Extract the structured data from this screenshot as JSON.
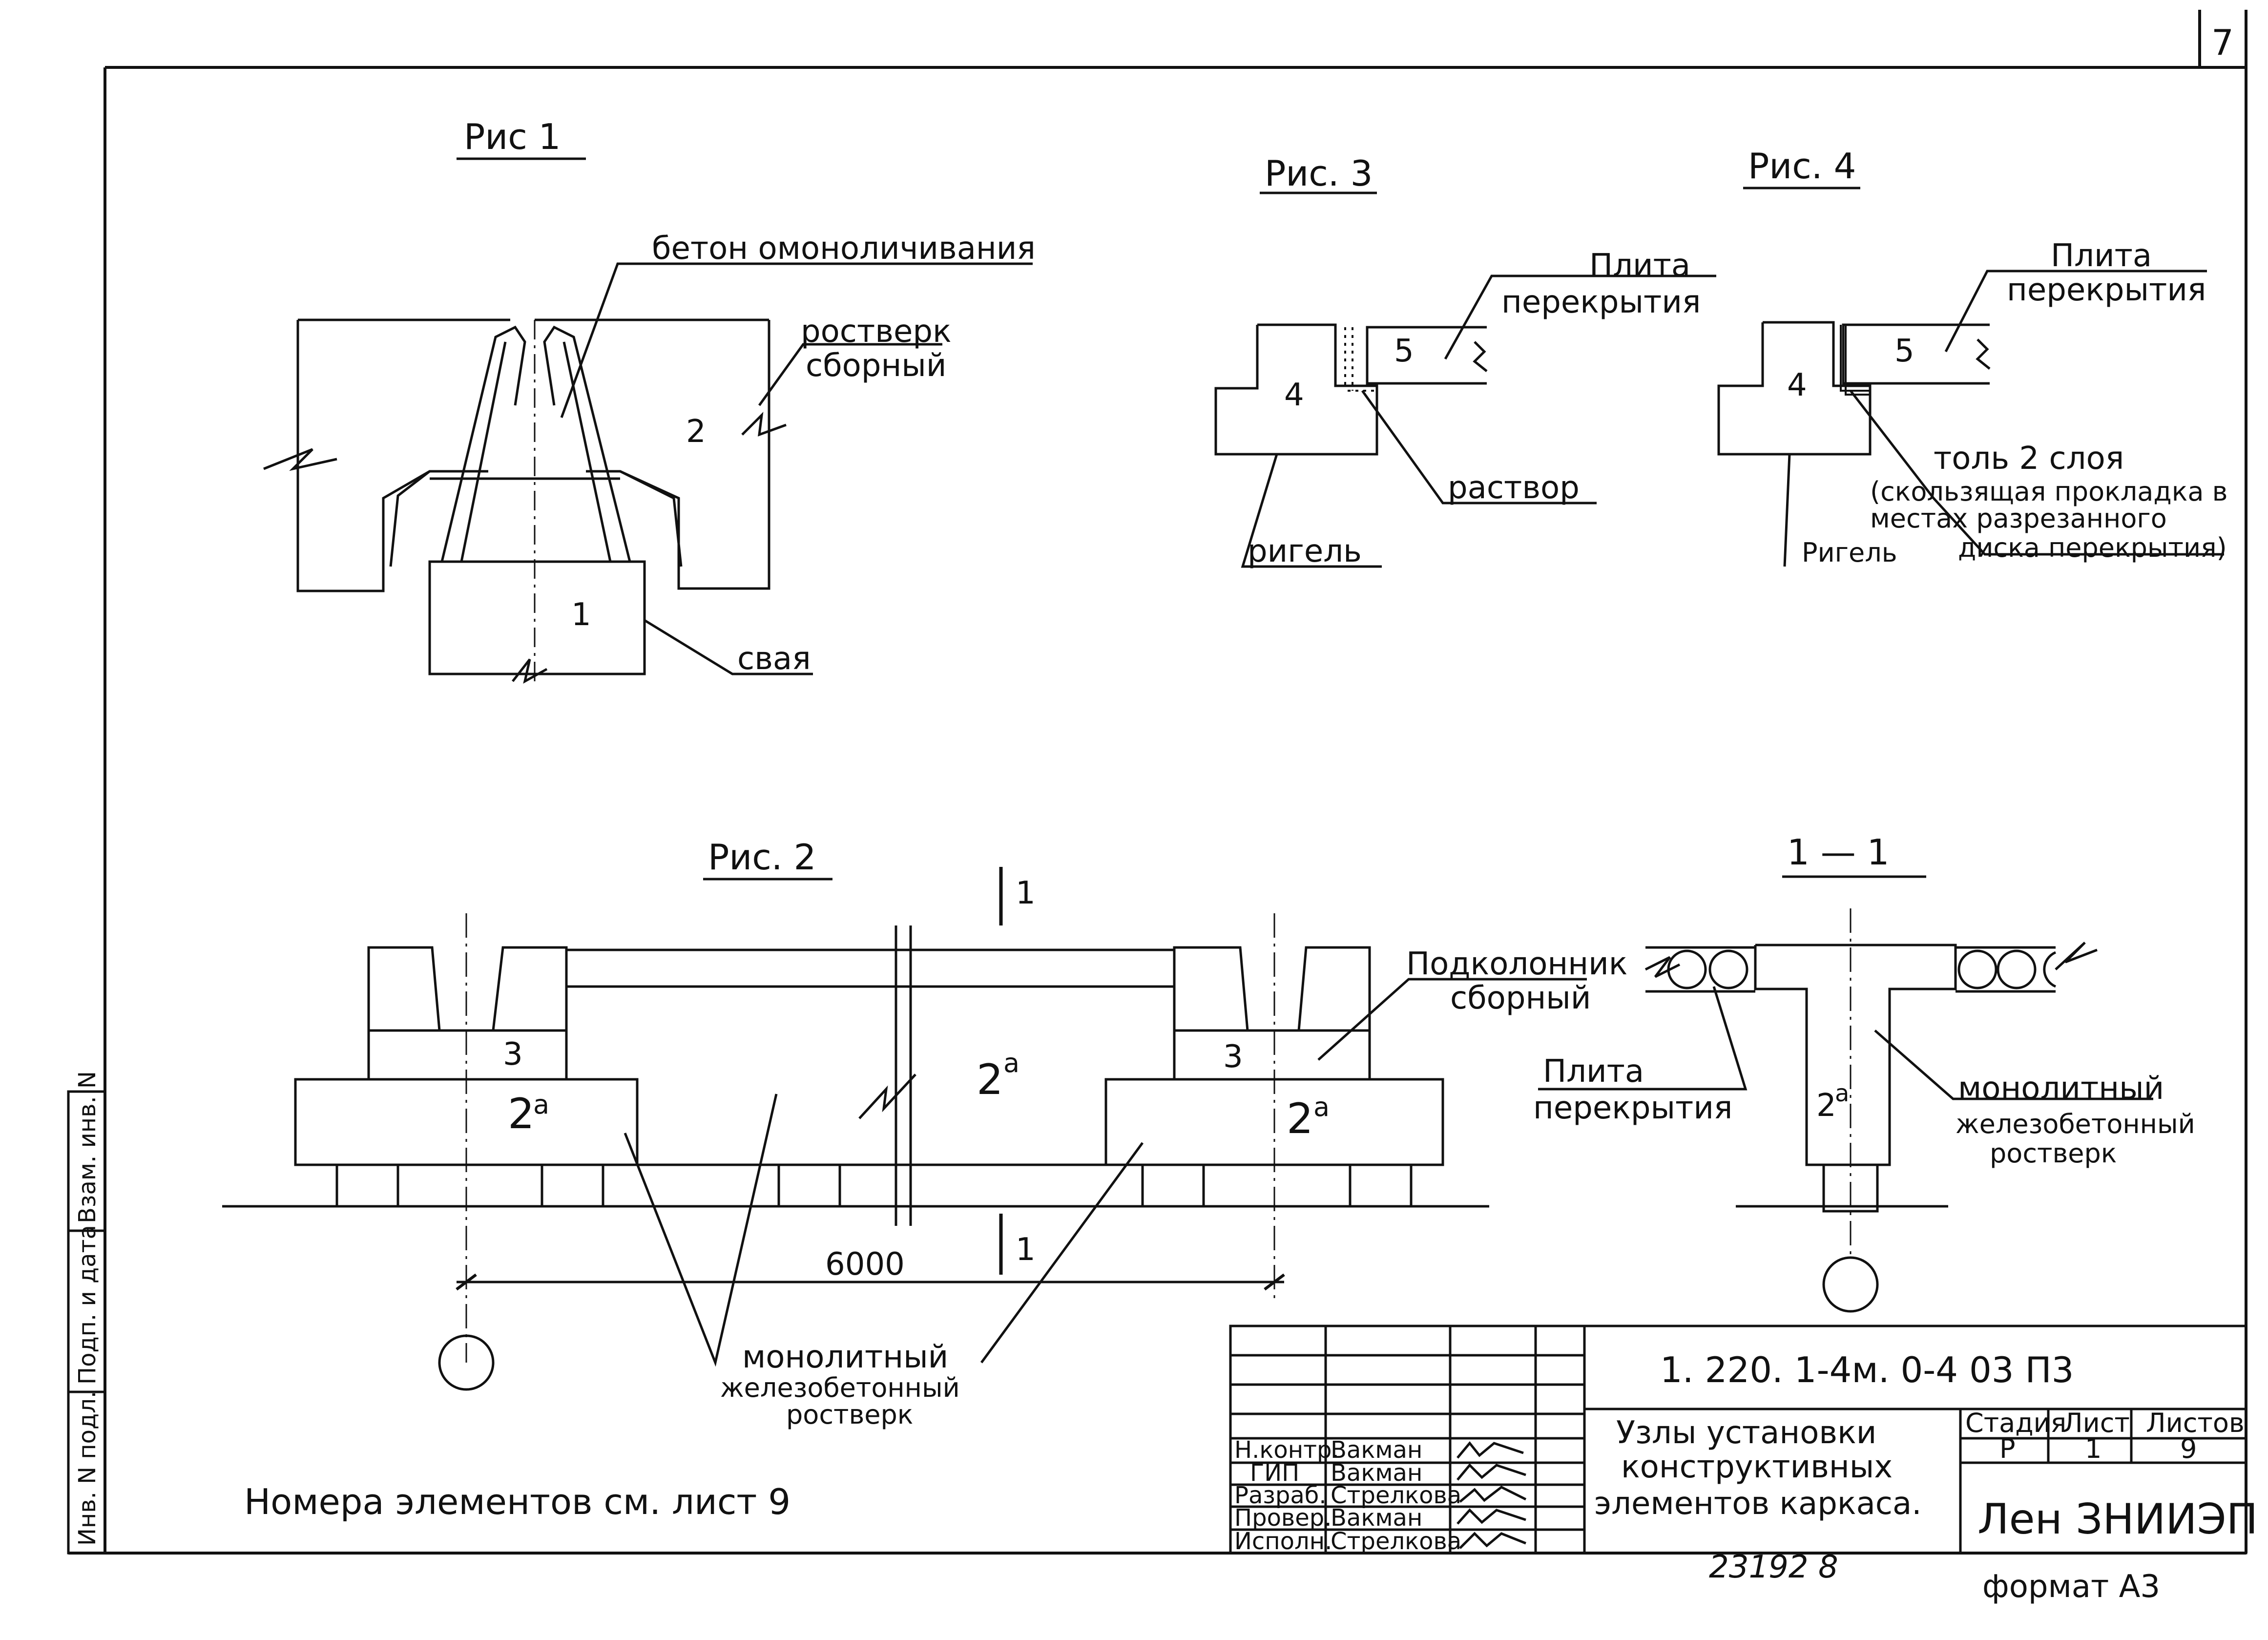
{
  "sheet_number": "7",
  "fig1": {
    "title": "Рис 1",
    "label_concrete": "бетон омоноличивания",
    "label_rostverk_1": "ростверк",
    "label_rostverk_2": "сборный",
    "label_pile": "свая",
    "num_2": "2",
    "num_1": "1"
  },
  "fig3": {
    "title": "Рис. 3",
    "label_slab_1": "Плита",
    "label_slab_2": "перекрытия",
    "label_mortar": "раствор",
    "label_girder": "ригель",
    "num_5": "5",
    "num_4": "4"
  },
  "fig4": {
    "title": "Рис. 4",
    "label_slab_1": "Плита",
    "label_slab_2": "перекрытия",
    "label_roof_1": "толь 2 слоя",
    "label_roof_2": "(скользящая прокладка в",
    "label_roof_3": "местах разрезанного",
    "label_roof_4": "диска перекрытия)",
    "label_girder": "Ригель",
    "num_5": "5",
    "num_4": "4"
  },
  "fig2": {
    "title": "Рис. 2",
    "section_mark": "1",
    "label_subcolumn_1": "Подколонник",
    "label_subcolumn_2": "сборный",
    "label_mono_1": "монолитный",
    "label_mono_2": "железобетонный",
    "label_mono_3": "ростверк",
    "dimension": "6000",
    "num_3": "3",
    "num_2a": "2",
    "sup_a": "а"
  },
  "section11": {
    "title": "1 — 1",
    "label_slab_1": "Плита",
    "label_slab_2": "перекрытия",
    "label_mono_1": "монолитный",
    "label_mono_2": "железобетонный",
    "label_mono_3": "ростверк",
    "num": "2",
    "sup": "а"
  },
  "note": "Номера элементов см. лист 9",
  "side_stamp": {
    "inv_orig": "Инв. N подл.",
    "sign_date": "Подп. и дата",
    "inv_replace": "Взам. инв. N"
  },
  "title_block": {
    "doc_code": "1. 220. 1-4м. 0-4   03   П3",
    "title_1": "Узлы установки",
    "title_2": "конструктивных",
    "title_3": "элементов каркаса.",
    "col_stage": "Стадия",
    "col_sheet": "Лист",
    "col_sheets": "Листов",
    "stage": "Р",
    "sheet": "1",
    "sheets": "9",
    "org": "Лен ЗНИИЭП",
    "roles": [
      {
        "role": "Н.контр.",
        "name": "Вакман"
      },
      {
        "role": "ГИП",
        "name": "Вакман"
      },
      {
        "role": "Разраб.",
        "name": "Стрелкова"
      },
      {
        "role": "Провер.",
        "name": "Вакман"
      },
      {
        "role": "Исполн.",
        "name": "Стрелкова"
      }
    ]
  },
  "bottom_number": "23192   8",
  "format": "формат А3"
}
